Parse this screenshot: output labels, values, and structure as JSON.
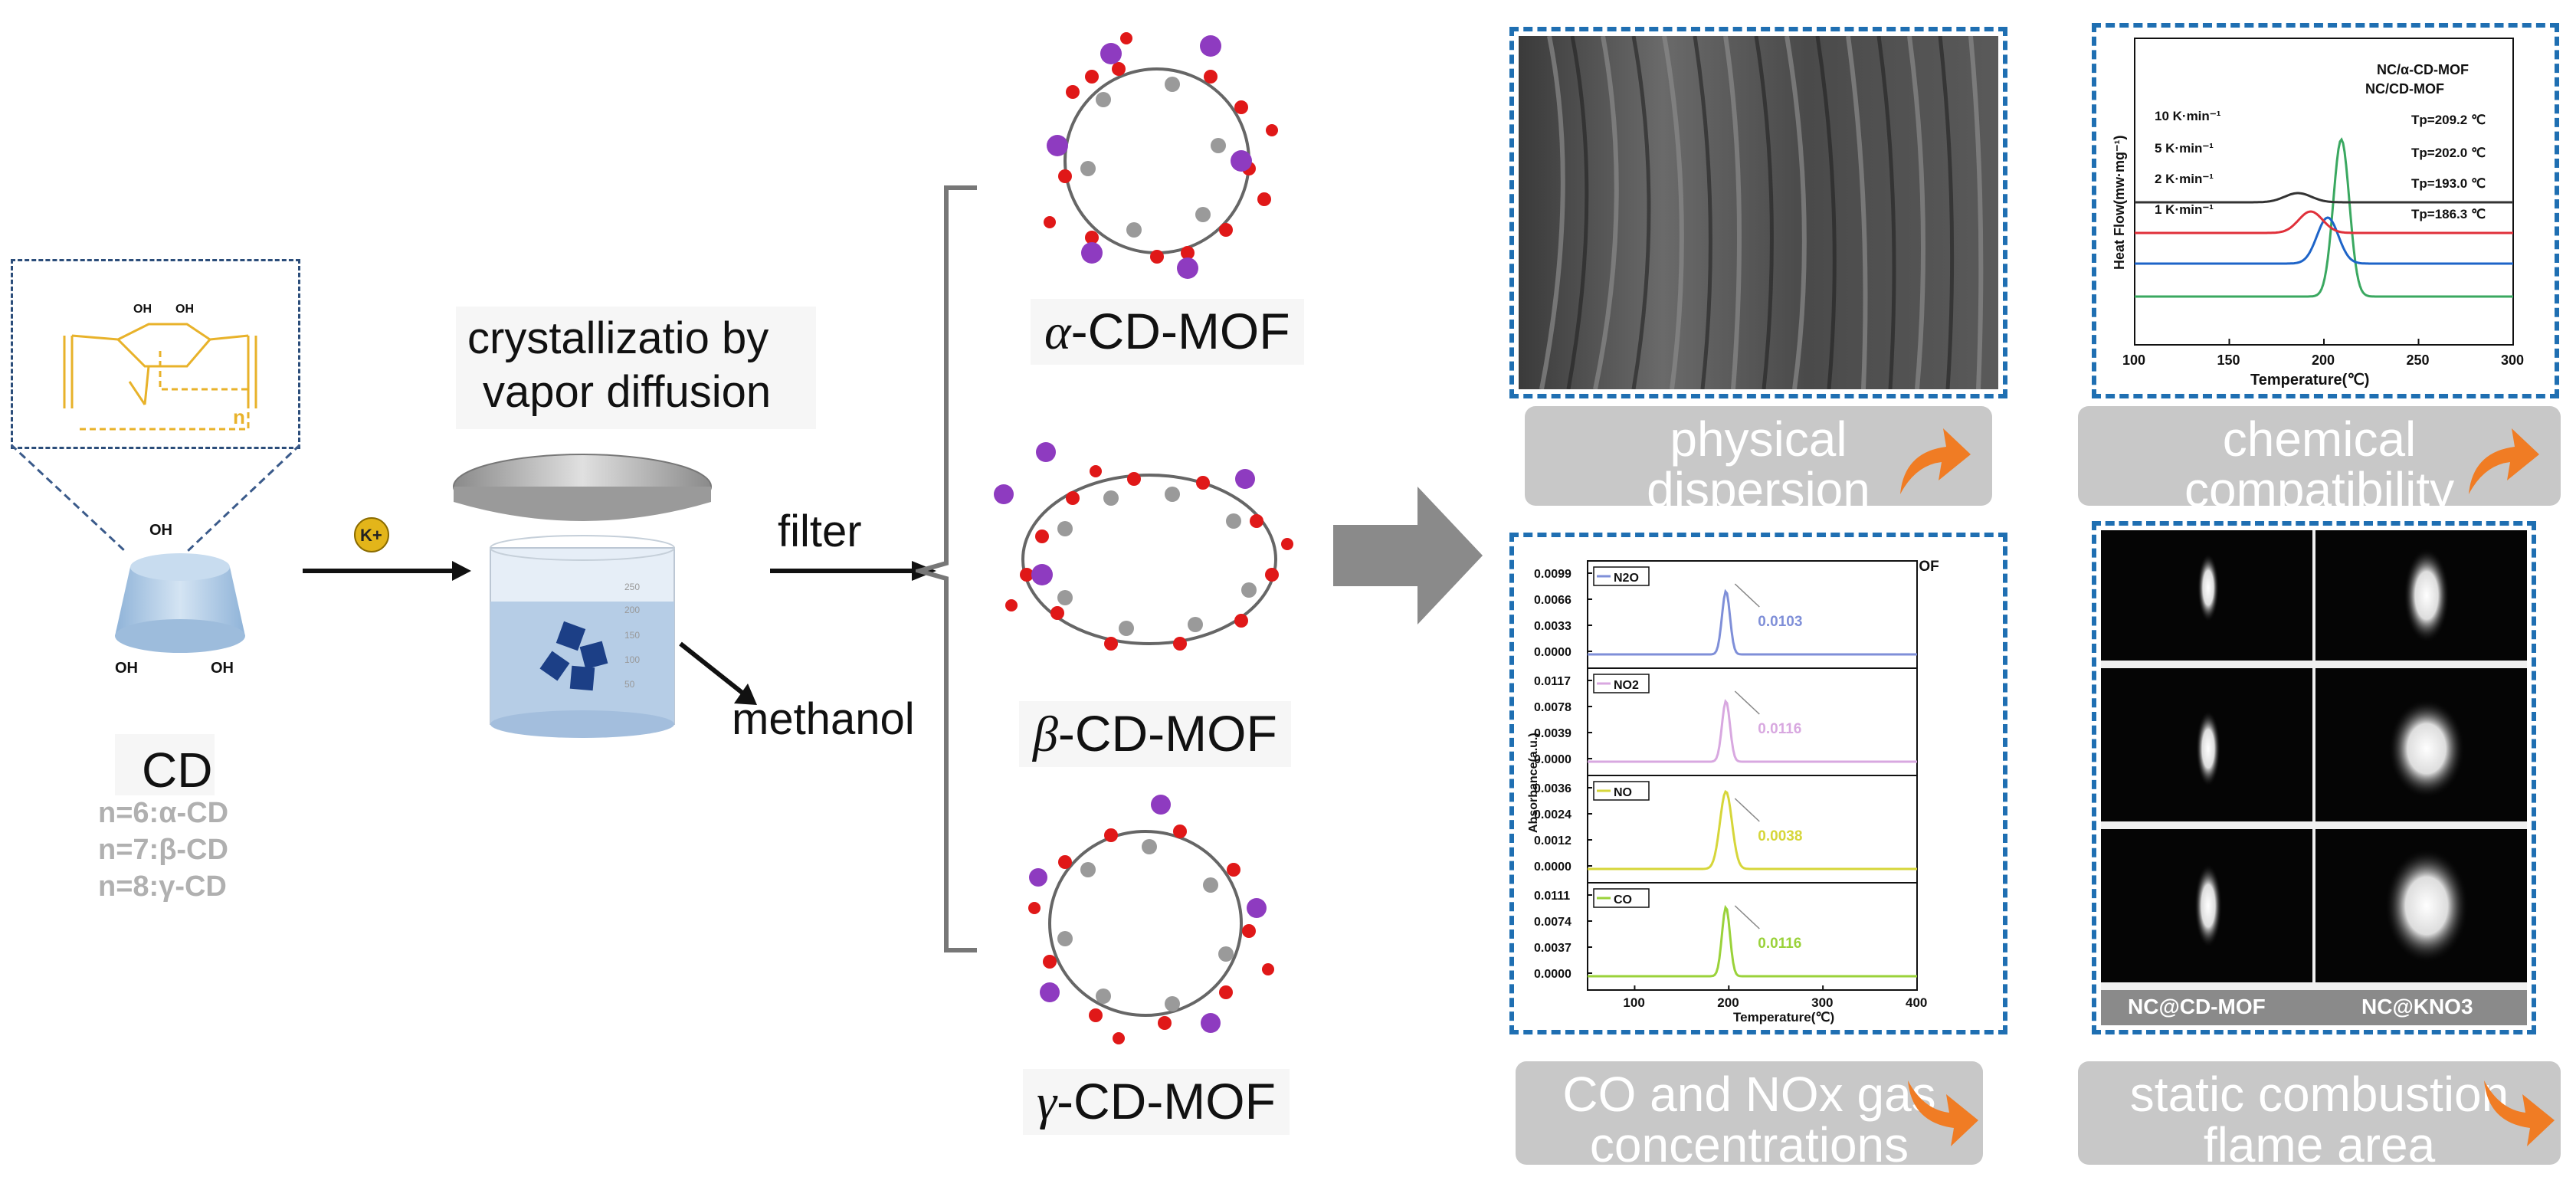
{
  "cd": {
    "title": "CD",
    "oh_labels": [
      "OH",
      "OH",
      "OH",
      "OH"
    ],
    "repeat_n": "n",
    "sub1": "n=6:α-CD",
    "sub2": "n=7:β-CD",
    "sub3": "n=8:γ-CD"
  },
  "k_label": "K+",
  "crystal": {
    "line1": "crystallizatio by",
    "line2": "vapor diffusion"
  },
  "filter_label": "filter",
  "methanol_label": "methanol",
  "mof": {
    "alpha_greek": "α",
    "beta_greek": "β",
    "gamma_greek": "γ",
    "suffix": "-CD-MOF"
  },
  "beaker_marks": [
    "250",
    "200",
    "150",
    "100",
    "50"
  ],
  "buttons": {
    "physical_l1": "physical",
    "physical_l2": "dispersion",
    "chemical_l1": "chemical",
    "chemical_l2": "compatibility",
    "gas_l1": "CO and NOx gas",
    "gas_l2": "concentrations",
    "flame_l1": "static combustion",
    "flame_l2": "flame area"
  },
  "dsc": {
    "ylabel": "Heat Flow(mw·mg⁻¹)",
    "xlabel": "Temperature(℃)",
    "legend_top": "NC/α-CD-MOF",
    "legend": "NC/CD-MOF",
    "xticks": [
      "100",
      "150",
      "200",
      "250",
      "300"
    ],
    "rates": [
      "10 K·min⁻¹",
      "5 K·min⁻¹",
      "2 K·min⁻¹",
      "1 K·min⁻¹"
    ],
    "tp_labels": [
      "Tp=209.2 ℃",
      "Tp=202.0 ℃",
      "Tp=193.0 ℃",
      "Tp=186.3 ℃"
    ],
    "colors": [
      "#3aa860",
      "#1e64c8",
      "#e0303a",
      "#333333"
    ]
  },
  "gas": {
    "ylabel": "Absorbance(a.u.)",
    "xlabel": "Temperature(℃)",
    "title": "NC/CD-MOF",
    "xticks": [
      "100",
      "200",
      "300",
      "400"
    ],
    "panels": [
      {
        "name": "N2O",
        "ticks": [
          "0.0099",
          "0.0066",
          "0.0033",
          "0.0000"
        ],
        "peak": "0.0103",
        "color": "#7f8fd8"
      },
      {
        "name": "NO2",
        "ticks": [
          "0.0117",
          "0.0078",
          "0.0039",
          "0.0000"
        ],
        "peak": "0.0116",
        "color": "#d8a8e0"
      },
      {
        "name": "NO",
        "ticks": [
          "0.0036",
          "0.0024",
          "0.0012",
          "0.0000"
        ],
        "peak": "0.0038",
        "color": "#d6d63a"
      },
      {
        "name": "CO",
        "ticks": [
          "0.0111",
          "0.0074",
          "0.0037",
          "0.0000"
        ],
        "peak": "0.0116",
        "color": "#9ad23a"
      }
    ]
  },
  "flame": {
    "left_label": "NC@CD-MOF",
    "right_label": "NC@KNO3"
  }
}
